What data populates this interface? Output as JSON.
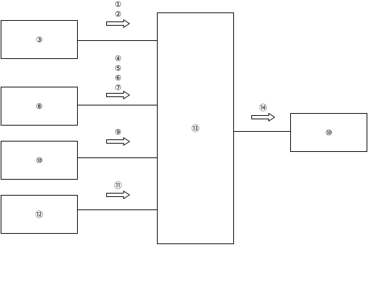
{
  "boxes": {
    "b3": "③",
    "b8": "⑧",
    "b10a": "⑩",
    "b12": "⑫",
    "center": "⑬",
    "right": "⑩"
  },
  "signals": {
    "s1": [
      "①",
      "②"
    ],
    "s2": [
      "④",
      "⑤",
      "⑥",
      "⑦"
    ],
    "s3": [
      "⑨"
    ],
    "s4": [
      "⑪"
    ],
    "s5": [
      "⑭"
    ]
  },
  "icons": {
    "arrow": "hollow-right-arrow-icon"
  }
}
